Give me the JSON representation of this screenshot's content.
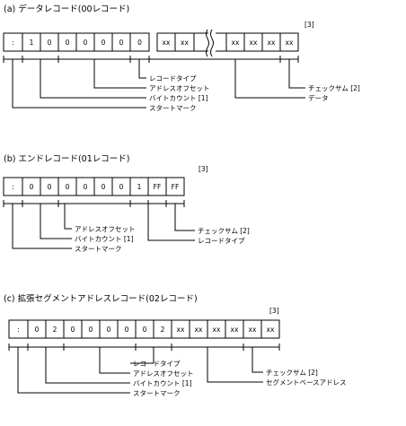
{
  "sections": [
    {
      "title": "(a) データレコード(00レコード)",
      "note": "[3]",
      "cells": [
        ":",
        "1",
        "0",
        "0",
        "0",
        "0",
        "0",
        "0",
        "xx",
        "xx",
        "xx",
        "xx",
        "xx"
      ],
      "labels": [
        "レコードタイプ",
        "アドレスオフセット",
        "バイトカウント [1]",
        "スタートマーク",
        "チェックサム [2]",
        "データ"
      ]
    },
    {
      "title": "(b) エンドレコード(01レコード)",
      "note": "[3]",
      "cells": [
        ":",
        "0",
        "0",
        "0",
        "0",
        "0",
        "0",
        "1",
        "FF",
        "FF"
      ],
      "labels": [
        "アドレスオフセット",
        "バイトカウント [1]",
        "スタートマーク",
        "チェックサム [2]",
        "レコードタイプ"
      ]
    },
    {
      "title": "(c) 拡張セグメントアドレスレコード(02レコード)",
      "note": "[3]",
      "cells": [
        ":",
        "0",
        "2",
        "0",
        "0",
        "0",
        "0",
        "0",
        "2",
        "xx",
        "xx",
        "xx",
        "xx",
        "xx",
        "xx"
      ],
      "labels": [
        "レコードタイプ",
        "アドレスオフセット",
        "バイトカウント [1]",
        "スタートマーク",
        "チェックサム [2]",
        "セグメントベースアドレス"
      ]
    }
  ]
}
